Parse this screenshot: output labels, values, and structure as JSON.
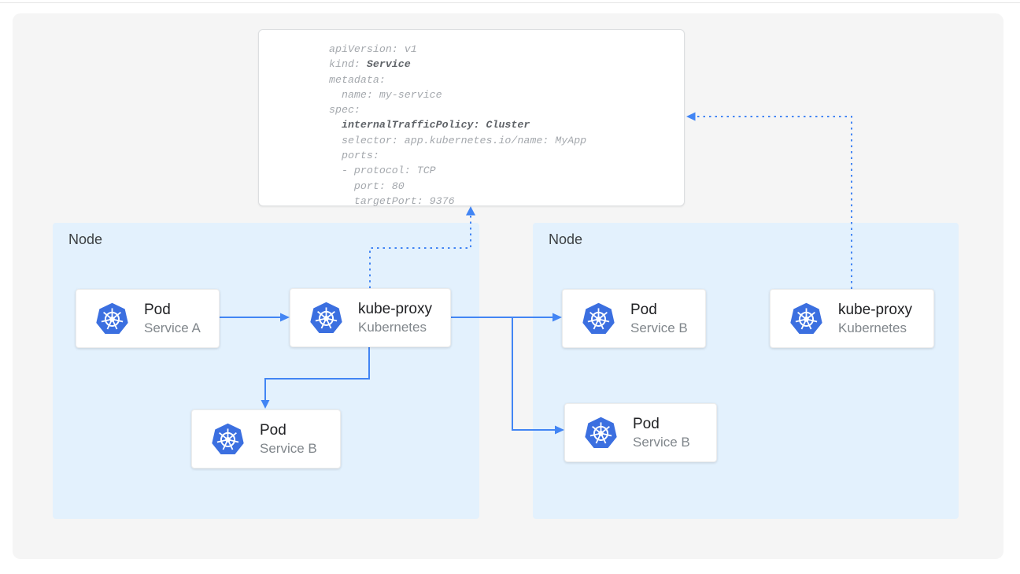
{
  "colors": {
    "accent_blue": "#4285f4",
    "node_fill": "#e3f1fd",
    "canvas_bg": "#f5f5f5",
    "k8s_logo_blue": "#3b6fe0",
    "code_text": "#a4a8ad",
    "code_bold": "#5f6368",
    "title_text": "#202124",
    "subtitle_text": "#80868b",
    "node_label_text": "#3c4043"
  },
  "code_panel": {
    "lines": [
      [
        {
          "t": "apiVersion: v1",
          "b": false
        }
      ],
      [
        {
          "t": "kind: ",
          "b": false
        },
        {
          "t": "Service",
          "b": true
        }
      ],
      [
        {
          "t": "metadata:",
          "b": false
        }
      ],
      [
        {
          "t": "  name: my-service",
          "b": false
        }
      ],
      [
        {
          "t": "spec:",
          "b": false
        }
      ],
      [
        {
          "t": "  ",
          "b": false
        },
        {
          "t": "internalTrafficPolicy: Cluster",
          "b": true
        }
      ],
      [
        {
          "t": "  selector: app.kubernetes.io/name: MyApp",
          "b": false
        }
      ],
      [
        {
          "t": "  ports:",
          "b": false
        }
      ],
      [
        {
          "t": "  - protocol: TCP",
          "b": false
        }
      ],
      [
        {
          "t": "    port: 80",
          "b": false
        }
      ],
      [
        {
          "t": "    targetPort: 9376",
          "b": false
        }
      ]
    ]
  },
  "nodes": [
    {
      "label": "Node",
      "cards": [
        {
          "title": "Pod",
          "subtitle": "Service A"
        },
        {
          "title": "kube-proxy",
          "subtitle": "Kubernetes"
        },
        {
          "title": "Pod",
          "subtitle": "Service B"
        }
      ]
    },
    {
      "label": "Node",
      "cards": [
        {
          "title": "Pod",
          "subtitle": "Service B"
        },
        {
          "title": "kube-proxy",
          "subtitle": "Kubernetes"
        },
        {
          "title": "Pod",
          "subtitle": "Service B"
        }
      ]
    }
  ]
}
